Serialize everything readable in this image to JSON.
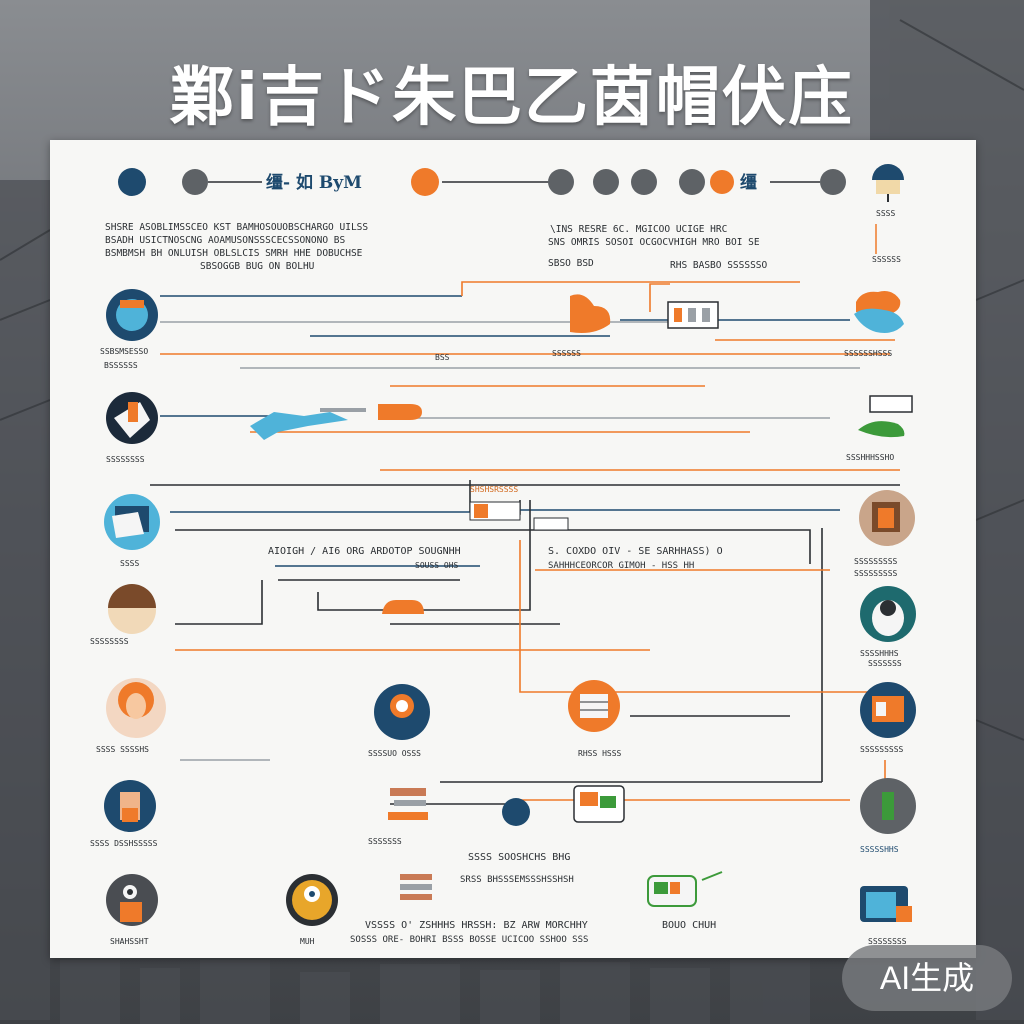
{
  "title": "鄴i吉ド朱巴乙茵帽伏庒",
  "watermark": "AI生成",
  "colors": {
    "navy": "#1e4a6e",
    "orange": "#ef7a2a",
    "gray_dot": "#5e6266",
    "sky": "#4fb3d9",
    "green": "#3c9a3a",
    "line_gray": "#9aa0a6",
    "line_dark": "#2b2f33"
  },
  "header": {
    "label_left": "缰- 如 ByM",
    "label_right": "缰"
  },
  "text": {
    "block_a_1": "SHSRE ASOBLIMSSCEO KST BAMHOSOUOBSCHARGO UILSS",
    "block_a_2": "BSADH  USICTNOSCNG AOAMUSONSSSCECSSONONO BS",
    "block_a_3": "BSMBMSH BH ONLUISH OBLSLCIS SMRH HHE DOBUCHSE",
    "block_a_4": "SBSOGGB BUG ON BOLHU",
    "block_b_1": "\\INS RESRE  6C. MGICOO UCIGE HRC",
    "block_b_2": "SNS OMRIS SOSOI OCGOCVHIGH MRO BOI SE",
    "block_b_3": "SBSO BSD",
    "block_b_4": "RHS BASBO SSSSSSO",
    "mid_left": "AIOIGH / AI6 ORG ARDOTOP SOUGNHH",
    "mid_left_sub": "SOUSS OHS",
    "mid_right": "S. COXDO OIV - SE SARHHASS) O",
    "mid_right_sub": "SAHHHCEORCOR GIMOH - HSS HH",
    "center_label": "SHSHSRSSSS",
    "center_small": "BSS",
    "ins_label": "RHSS HSSS",
    "bottom_1": "SSSS SOOSHCHS BHG",
    "bottom_2": "SRSS BHSSSEMSSSHSSHSH",
    "bottom_left": "VSSSS O' ZSHHHS HRSSH: BZ ARW MORCHHY",
    "bottom_left_2": "SOSSS ORE- BOHRI BSSS BOSSE  UCICOO SSHOO SSS",
    "bottom_right": "BOUO CHUH",
    "label_l1": "SSBSMSESSO",
    "label_l1b": "BSSSSSS",
    "label_l2": "SSSSSSSS",
    "label_l3": "SSSS",
    "label_l4": "SSSSSSSS",
    "label_l5": "SSSS SSSSHS",
    "label_l6": "SSSS DSSHSSSSS",
    "label_l7": "SHAHSSHT",
    "label_c1": "SSSSUO OSSS",
    "label_c2": "SSSSSS",
    "label_c3": "MUH",
    "label_r0": "SSSS",
    "label_r0b": "SSSSSS",
    "label_r1": "SSSSSSHSSS",
    "label_r2": "SSSHHHSSHO",
    "label_r3": "SSSSSSSSS",
    "label_r3b": "SSSSSSSSS",
    "label_r4": "SSSSHHHS",
    "label_r4b": "SSSSSSS",
    "label_r5": "SSSSSSSSS",
    "label_r6": "SSSSSHHS",
    "label_r7": "SSSSSSSS",
    "label_bubble": "SSSSSSS"
  }
}
